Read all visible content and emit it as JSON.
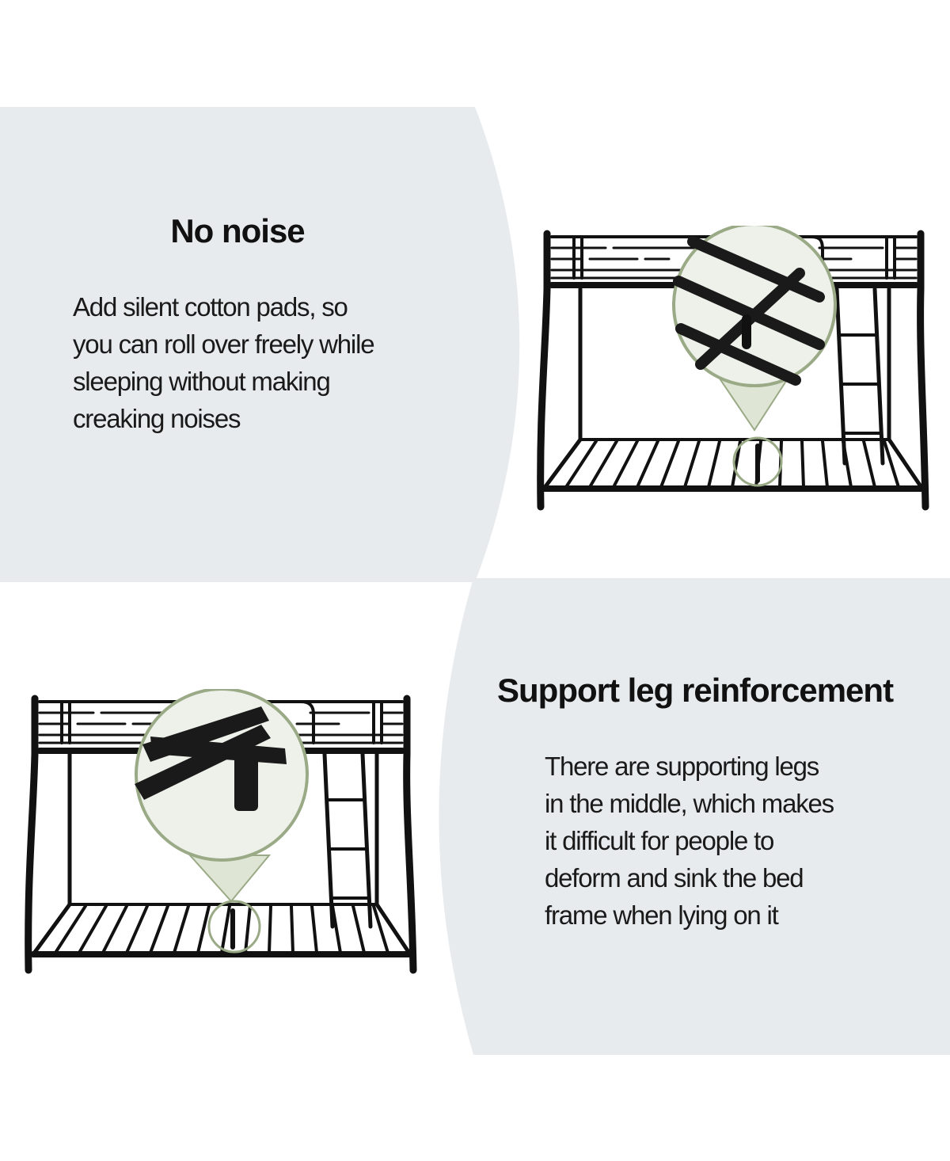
{
  "colors": {
    "panel_background": "#e8ebed",
    "frame": "#111111",
    "zoom_ring": "#9aaa86"
  },
  "features": [
    {
      "title": "No noise",
      "description_lines": [
        "Add silent cotton pads, so",
        "you can roll over freely while",
        "sleeping without making",
        "creaking noises"
      ]
    },
    {
      "title": "Support leg reinforcement",
      "description_lines": [
        "There are supporting legs",
        "in the middle, which makes",
        "it difficult for people to",
        "deform and sink the bed",
        "frame when lying on it"
      ]
    }
  ]
}
